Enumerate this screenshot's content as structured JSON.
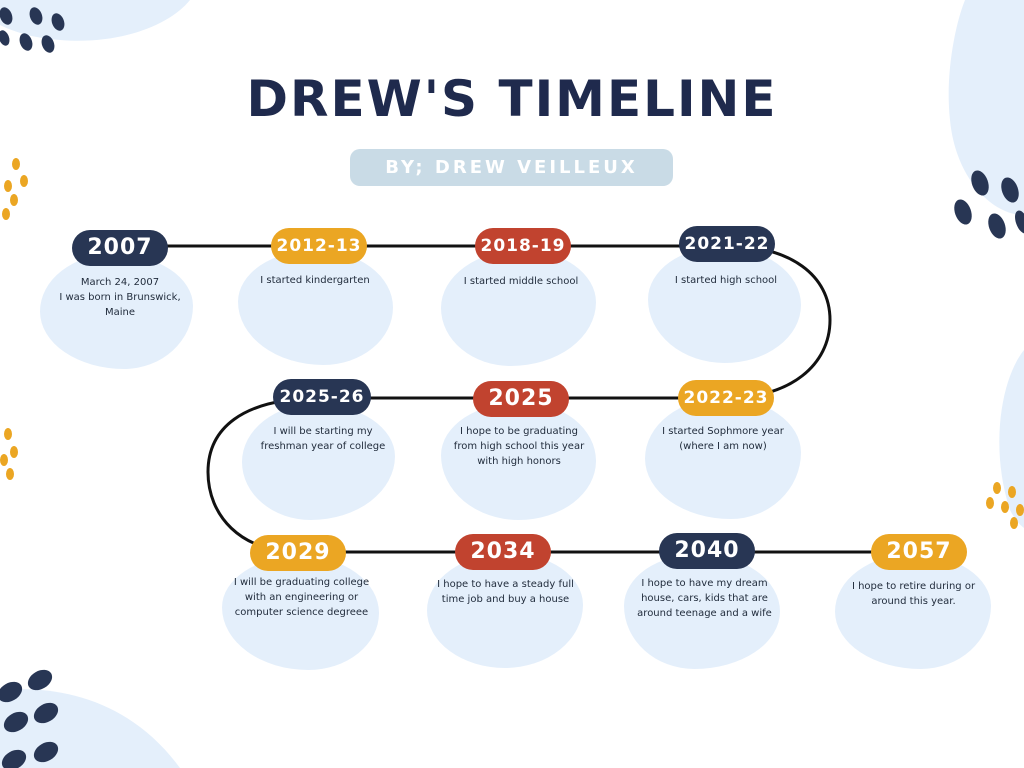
{
  "title": "DREW'S TIMELINE",
  "byline": "BY; DREW VEILLEUX",
  "colors": {
    "navy": "#283654",
    "gold": "#eba623",
    "red": "#c1432f",
    "blob": "#e4effb",
    "line": "#111111"
  },
  "events": [
    {
      "year": "2007",
      "lines": [
        "March 24, 2007",
        "I was born in Brunswick,",
        "Maine"
      ]
    },
    {
      "year": "2012-13",
      "lines": [
        "I started kindergarten"
      ]
    },
    {
      "year": "2018-19",
      "lines": [
        "I started middle school"
      ]
    },
    {
      "year": "2021-22",
      "lines": [
        "I started high school"
      ]
    },
    {
      "year": "2022-23",
      "lines": [
        "I started Sophmore year",
        "(where I am now)"
      ]
    },
    {
      "year": "2025",
      "lines": [
        "I hope to be graduating",
        "from high school this year",
        "with high honors"
      ]
    },
    {
      "year": "2025-26",
      "lines": [
        "I will be starting my",
        "freshman year of college"
      ]
    },
    {
      "year": "2029",
      "lines": [
        "I will be graduating college",
        "with an engineering or",
        "computer science degreee"
      ]
    },
    {
      "year": "2034",
      "lines": [
        "I hope to have a steady full",
        "time job and buy a house"
      ]
    },
    {
      "year": "2040",
      "lines": [
        "I hope to have my dream",
        "house, cars, kids that are",
        "around teenage and a wife"
      ]
    },
    {
      "year": "2057",
      "lines": [
        "I hope to retire during or",
        "around this year."
      ]
    }
  ]
}
